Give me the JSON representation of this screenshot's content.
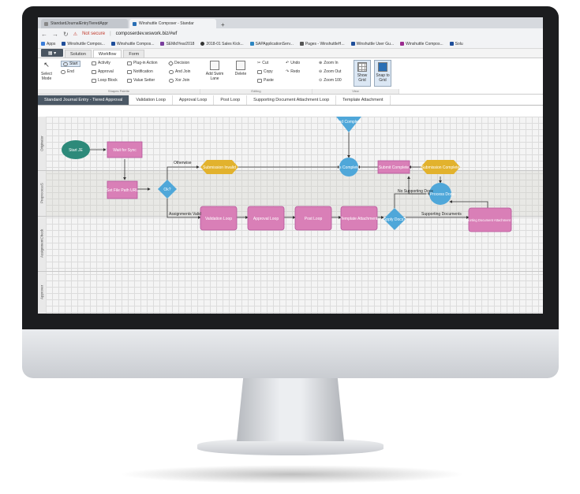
{
  "browser": {
    "tabs": [
      {
        "label": "StandardJournalEntryTieredAppr"
      },
      {
        "label": "Winshuttle Composer - Standar"
      }
    ],
    "address": {
      "security": "Not secure",
      "url": "composerdev.wswork.biz/#wf"
    },
    "bookmarks": [
      {
        "label": "Apps",
        "color": "#3b7dd8"
      },
      {
        "label": "Winshuttle Compos...",
        "color": "#1f4e9a"
      },
      {
        "label": "Winshuttle Compos...",
        "color": "#1f4e9a"
      },
      {
        "label": "SEMidYear2018",
        "color": "#7a3e9d"
      },
      {
        "label": "2018-01 Sales Kick...",
        "color": "#333333"
      },
      {
        "label": "SAPApplicationServ...",
        "color": "#2e86c1"
      },
      {
        "label": "Pages - WinshuttleH...",
        "color": "#555555"
      },
      {
        "label": "Winshuttle User Gu...",
        "color": "#1f4e9a"
      },
      {
        "label": "Winshuttle Compos...",
        "color": "#9b2c8f"
      },
      {
        "label": "Solu",
        "color": "#1f4e9a"
      }
    ]
  },
  "app_tabs": [
    "Solution",
    "Workflow",
    "Form"
  ],
  "ribbon": {
    "select_mode": "Select Mode",
    "shapes": {
      "start": "Start",
      "end": "End",
      "activity": "Activity",
      "approval": "Approval",
      "loop_block": "Loop Block",
      "plug_in_action": "Plug-in Action",
      "notification": "Notification",
      "value_setter": "Value Setter",
      "decision": "Decision",
      "and_join": "And Join",
      "xor_join": "Xor Join"
    },
    "add_swim_lane": "Add Swim Lane",
    "delete": "Delete",
    "cut": "Cut",
    "copy": "Copy",
    "paste": "Paste",
    "undo": "Undo",
    "redo": "Redo",
    "zoom_in": "Zoom In",
    "zoom_out": "Zoom Out",
    "zoom_100": "Zoom 100",
    "show_grid": "Show Grid",
    "snap_to_grid": "Snap to Grid",
    "groups": {
      "shapes": "Shapes Palette",
      "editing": "Editing",
      "view": "View"
    }
  },
  "process_tabs": [
    "Standard Journal Entry - Tiered Approval",
    "Validation Loop",
    "Approval Loop",
    "Post Loop",
    "Supporting Document Attachment Loop",
    "Template Attachment"
  ],
  "lanes": [
    "Originator",
    "PreprocessS",
    "AssignmentCheck",
    "Approver"
  ],
  "colors": {
    "start": "#2d8a7a",
    "activity": "#d97fb7",
    "decision": "#4fa7d9",
    "notification": "#e2b22d",
    "edge": "#333333"
  },
  "nodes": {
    "start": "Start JE",
    "wait_sync": "Wait for Sync",
    "set_file_path": "Set File Path URL",
    "ok": "Ok?",
    "submission_invalid": "Submission Invalid",
    "is_complete": "Is Complete",
    "submit_complete": "Submit Complete",
    "submission_complete": "Submission Complete",
    "end": "End Complete",
    "is_process_done": "Is Process Done",
    "validation_loop": "Validation Loop",
    "approval_loop": "Approval Loop",
    "post_loop": "Post Loop",
    "template_attachment": "Template Attachment",
    "spply_docs": "Spply Docs?",
    "supporting_doc_loop": "Supporting Document Attachment Loop"
  },
  "edges": {
    "otherwise": "Otherwise",
    "assignments_valid": "Assignments Valid",
    "no_supporting_docs": "No Supporting Docs",
    "supporting_documents": "Supporting Documents"
  }
}
